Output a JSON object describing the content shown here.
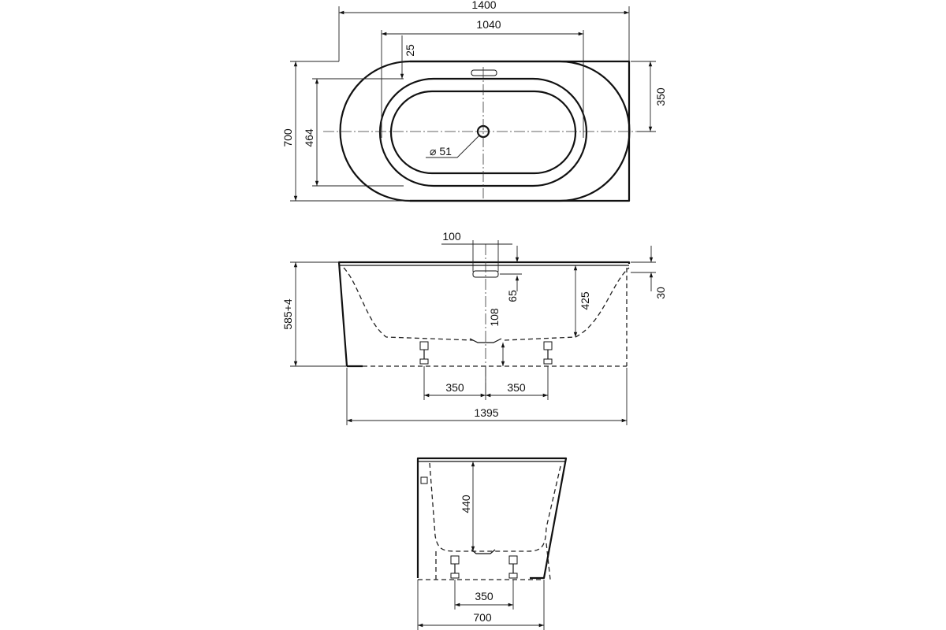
{
  "top_view": {
    "dim_overall_length": "1400",
    "dim_inner_length": "1040",
    "dim_rim_offset": "25",
    "dim_half_width": "350",
    "dim_overall_width": "700",
    "dim_inner_width": "464",
    "dim_drain": "⌀ 51"
  },
  "side_view": {
    "dim_overflow_offset": "100",
    "dim_overflow_height": "65",
    "dim_inner_depth": "425",
    "dim_drain_height": "108",
    "dim_rim_thickness": "30",
    "dim_total_height": "585+4",
    "dim_leg_left": "350",
    "dim_leg_right": "350",
    "dim_base_length": "1395"
  },
  "end_view": {
    "dim_depth": "440",
    "dim_leg_spacing": "350",
    "dim_width": "700"
  },
  "colors": {
    "line": "#111111",
    "background": "#ffffff"
  }
}
